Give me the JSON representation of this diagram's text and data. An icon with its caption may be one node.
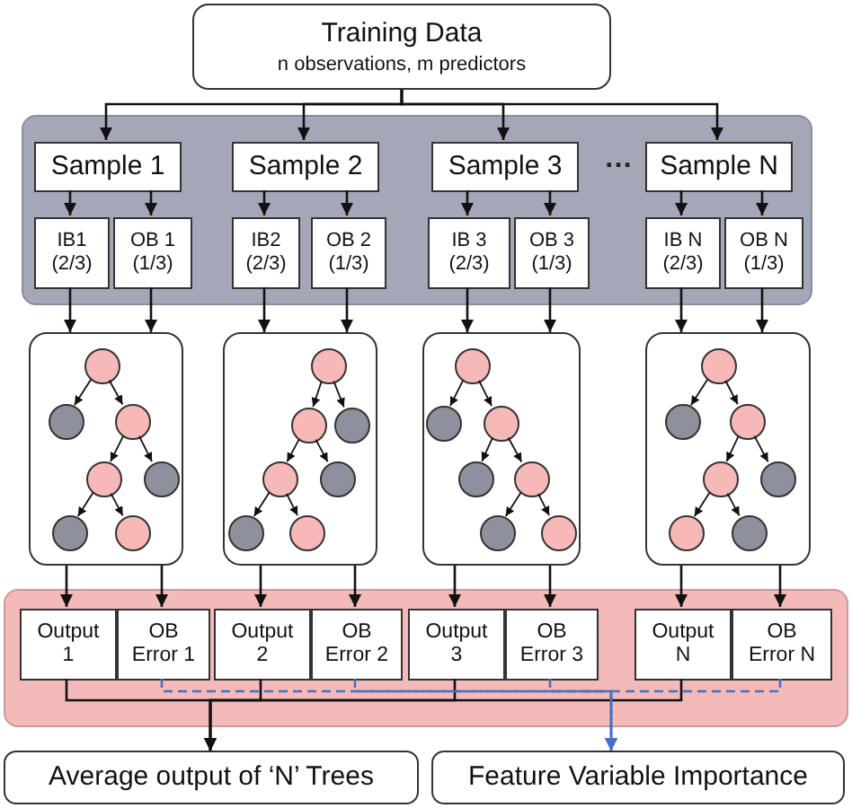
{
  "diagram": {
    "nodes": [
      {
        "text": [
          "Training Data",
          "n observations, m predictors"
        ]
      },
      {
        "text": [],
        "shape": "box"
      },
      {
        "text": [
          "Sample 1"
        ],
        "in": 1
      },
      {
        "text": [
          "IB1 (2/3)"
        ],
        "in": 1
      },
      {
        "text": [
          "OB 1 (1/3)"
        ],
        "in": 1
      },
      {
        "text": [
          "Sample 2"
        ],
        "in": 1
      },
      {
        "text": [
          "IB2 (2/3)"
        ],
        "in": 1
      },
      {
        "text": [
          "OB 2 (1/3)"
        ],
        "in": 1
      },
      {
        "text": [
          "Sample 3"
        ],
        "in": 1
      },
      {
        "text": [
          "IB 3 (2/3)"
        ],
        "in": 1
      },
      {
        "text": [
          "OB 3 (1/3)"
        ],
        "in": 1
      },
      {
        "text": [
          "Sample N"
        ],
        "in": 1
      },
      {
        "text": [
          "IB N (2/3)"
        ],
        "in": 1
      },
      {
        "text": [
          "OB N (1/3)"
        ],
        "in": 1
      },
      {
        "text": [],
        "shape": "box"
      },
      {
        "text": [],
        "shape": "circle",
        "in": 14
      },
      {
        "text": [],
        "shape": "circle",
        "in": 14
      },
      {
        "text": [],
        "shape": "circle",
        "in": 14
      },
      {
        "text": [],
        "shape": "circle",
        "in": 14
      },
      {
        "text": [],
        "shape": "circle",
        "in": 14
      },
      {
        "text": [],
        "shape": "circle",
        "in": 14
      },
      {
        "text": [],
        "shape": "circle",
        "in": 14
      },
      {
        "text": [],
        "shape": "box"
      },
      {
        "text": [],
        "shape": "circle",
        "in": 22
      },
      {
        "text": [],
        "shape": "circle",
        "in": 22
      },
      {
        "text": [],
        "shape": "circle",
        "in": 22
      },
      {
        "text": [],
        "shape": "circle",
        "in": 22
      },
      {
        "text": [],
        "shape": "circle",
        "in": 22
      },
      {
        "text": [],
        "shape": "circle",
        "in": 22
      },
      {
        "text": [],
        "shape": "circle",
        "in": 22
      },
      {
        "text": [],
        "shape": "box"
      },
      {
        "text": [],
        "shape": "circle",
        "in": 30
      },
      {
        "text": [],
        "shape": "circle",
        "in": 30
      },
      {
        "text": [],
        "shape": "circle",
        "in": 30
      },
      {
        "text": [],
        "shape": "circle",
        "in": 30
      },
      {
        "text": [],
        "shape": "circle",
        "in": 30
      },
      {
        "text": [],
        "shape": "circle",
        "in": 30
      },
      {
        "text": [],
        "shape": "circle",
        "in": 30
      },
      {
        "text": [],
        "shape": "box"
      },
      {
        "text": [],
        "shape": "circle",
        "in": 38
      },
      {
        "text": [],
        "shape": "circle",
        "in": 38
      },
      {
        "text": [],
        "shape": "circle",
        "in": 38
      },
      {
        "text": [],
        "shape": "circle",
        "in": 38
      },
      {
        "text": [],
        "shape": "circle",
        "in": 38
      },
      {
        "text": [],
        "shape": "circle",
        "in": 38
      },
      {
        "text": [],
        "shape": "circle",
        "in": 38
      },
      {
        "text": [],
        "shape": "box"
      },
      {
        "text": [
          "Output 1"
        ],
        "in": 46
      },
      {
        "text": [
          "OB Error 1"
        ],
        "in": 46
      },
      {
        "text": [
          "Output 2"
        ],
        "in": 46
      },
      {
        "text": [
          "OB Error 2"
        ],
        "in": 46
      },
      {
        "text": [
          "Output 3"
        ],
        "in": 46
      },
      {
        "text": [
          "OB Error 3"
        ],
        "in": 46
      },
      {
        "text": [
          "Output N"
        ],
        "in": 46
      },
      {
        "text": [
          "OB Error N"
        ],
        "in": 46
      },
      {
        "text": [
          "Average output of ‘N’ Trees"
        ]
      },
      {
        "text": [
          "Feature Variable Importance"
        ]
      }
    ],
    "edges": [
      {
        "from": 0,
        "to": 2,
        "arrow": "to"
      },
      {
        "from": 0,
        "to": 5,
        "arrow": "to"
      },
      {
        "from": 0,
        "to": 8,
        "arrow": "to"
      },
      {
        "from": 0,
        "to": 11,
        "arrow": "to"
      },
      {
        "from": 2,
        "to": 3,
        "arrow": "to"
      },
      {
        "from": 2,
        "to": 4,
        "arrow": "to"
      },
      {
        "from": 5,
        "to": 6,
        "arrow": "to"
      },
      {
        "from": 5,
        "to": 7,
        "arrow": "to"
      },
      {
        "from": 8,
        "to": 9,
        "arrow": "to"
      },
      {
        "from": 8,
        "to": 10,
        "arrow": "to"
      },
      {
        "from": 11,
        "to": 12,
        "arrow": "to"
      },
      {
        "from": 11,
        "to": 13,
        "arrow": "to"
      },
      {
        "from": 3,
        "to": 14,
        "arrow": "to"
      },
      {
        "from": 4,
        "to": 14,
        "arrow": "to"
      },
      {
        "from": 6,
        "to": 22,
        "arrow": "to"
      },
      {
        "from": 7,
        "to": 22,
        "arrow": "to"
      },
      {
        "from": 9,
        "to": 30,
        "arrow": "to"
      },
      {
        "from": 10,
        "to": 30,
        "arrow": "to"
      },
      {
        "from": 12,
        "to": 38,
        "arrow": "to"
      },
      {
        "from": 13,
        "to": 38,
        "arrow": "to"
      },
      {
        "from": 15,
        "to": 16,
        "arrow": "to"
      },
      {
        "from": 15,
        "to": 17,
        "arrow": "to"
      },
      {
        "from": 17,
        "to": 18,
        "arrow": "to"
      },
      {
        "from": 17,
        "to": 19,
        "arrow": "to"
      },
      {
        "from": 18,
        "to": 20,
        "arrow": "to"
      },
      {
        "from": 18,
        "to": 21,
        "arrow": "to"
      },
      {
        "from": 23,
        "to": 24,
        "arrow": "to"
      },
      {
        "from": 23,
        "to": 25,
        "arrow": "to"
      },
      {
        "from": 24,
        "to": 26,
        "arrow": "to"
      },
      {
        "from": 24,
        "to": 27,
        "arrow": "to"
      },
      {
        "from": 26,
        "to": 28,
        "arrow": "to"
      },
      {
        "from": 26,
        "to": 29,
        "arrow": "to"
      },
      {
        "from": 31,
        "to": 32,
        "arrow": "to"
      },
      {
        "from": 31,
        "to": 33,
        "arrow": "to"
      },
      {
        "from": 33,
        "to": 34,
        "arrow": "to"
      },
      {
        "from": 33,
        "to": 35,
        "arrow": "to"
      },
      {
        "from": 35,
        "to": 36,
        "arrow": "to"
      },
      {
        "from": 35,
        "to": 37,
        "arrow": "to"
      },
      {
        "from": 39,
        "to": 40,
        "arrow": "to"
      },
      {
        "from": 39,
        "to": 41,
        "arrow": "to"
      },
      {
        "from": 41,
        "to": 42,
        "arrow": "to"
      },
      {
        "from": 41,
        "to": 43,
        "arrow": "to"
      },
      {
        "from": 42,
        "to": 44,
        "arrow": "to"
      },
      {
        "from": 42,
        "to": 45,
        "arrow": "to"
      },
      {
        "from": 14,
        "to": 47,
        "arrow": "to"
      },
      {
        "from": 14,
        "to": 48,
        "arrow": "to"
      },
      {
        "from": 22,
        "to": 49,
        "arrow": "to"
      },
      {
        "from": 22,
        "to": 50,
        "arrow": "to"
      },
      {
        "from": 30,
        "to": 51,
        "arrow": "to"
      },
      {
        "from": 30,
        "to": 52,
        "arrow": "to"
      },
      {
        "from": 38,
        "to": 53,
        "arrow": "to"
      },
      {
        "from": 38,
        "to": 54,
        "arrow": "to"
      },
      {
        "from": 47,
        "to": 55,
        "arrow": "to"
      },
      {
        "from": 49,
        "to": 55,
        "arrow": "to"
      },
      {
        "from": 51,
        "to": 55,
        "arrow": "to"
      },
      {
        "from": 53,
        "to": 55,
        "arrow": "to"
      },
      {
        "from": 48,
        "to": 56,
        "arrow": "to",
        "style": "dashed",
        "color": "#4472c4"
      },
      {
        "from": 50,
        "to": 56,
        "arrow": "to",
        "style": "dashed",
        "color": "#4472c4"
      },
      {
        "from": 52,
        "to": 56,
        "arrow": "to",
        "style": "dashed",
        "color": "#4472c4"
      },
      {
        "from": 54,
        "to": 56,
        "arrow": "to",
        "style": "dashed",
        "color": "#4472c4"
      }
    ],
    "labels": [
      "…"
    ]
  }
}
